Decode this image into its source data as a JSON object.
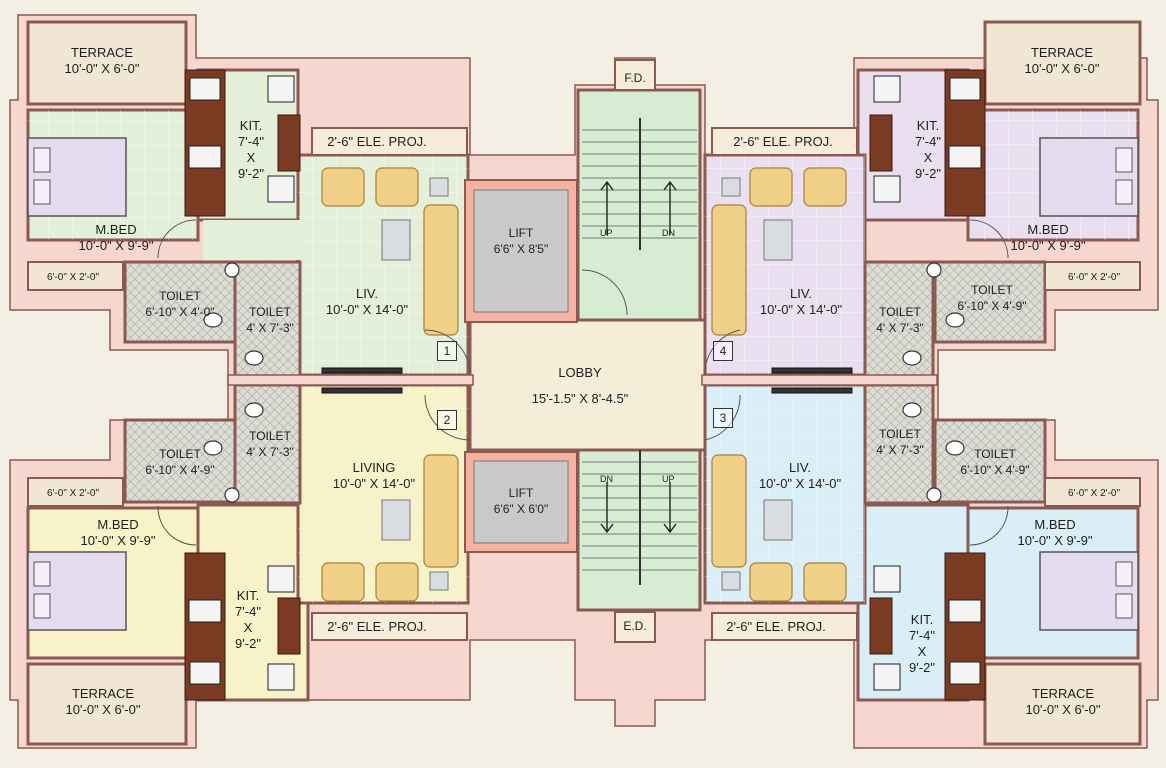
{
  "colors": {
    "background": "#f4efe4",
    "wall": "#e8b9b0",
    "wall_line": "#8a5a52",
    "terrace": "#f1e6d4",
    "flat1": "#e3efd9",
    "flat2": "#f7f2c8",
    "flat3": "#d9eef6",
    "flat4": "#eadff0",
    "lobby": "#f5edd8",
    "stair": "#d6ecd3",
    "toilet_tile": "#d9d9d2",
    "kitchen_counter": "#7a3b22",
    "sofa": "#f0cf86",
    "lift": "#c9c9c9"
  },
  "labels": {
    "terrace_name": "TERRACE",
    "terrace_size": "10'-0\" X 6'-0\"",
    "kit_name": "KIT.",
    "kit_w": "7'-4\"",
    "kit_x": "X",
    "kit_h": "9'-2\"",
    "ele_proj": "2'-6\" ELE. PROJ.",
    "mbed_name": "M.BED",
    "mbed_size": "10'-0\" X 9'-9\"",
    "ledge": "6'-0\" X 2'-0\"",
    "toilet": "TOILET",
    "toilet_big": "6'-10\" X 4'-9\"",
    "toilet_big_tl": "6'-10\" X 4'-0\"",
    "toilet_small": "4' X 7'-3\"",
    "liv": "LIV.",
    "living": "LIVING",
    "liv_size": "10'-0\" X 14'-0\"",
    "liv_size_bl": "10'-0\" X 14'-0\"",
    "lift": "LIFT",
    "lift_top_size": "6'6\" X 8'5\"",
    "lift_bot_size": "6'6\" X 6'0\"",
    "lobby": "LOBBY",
    "lobby_size": "15'-1.5\" X 8'-4.5\"",
    "fd": "F.D.",
    "ed": "E.D.",
    "up": "UP",
    "dn": "DN",
    "unit1": "1",
    "unit2": "2",
    "unit3": "3",
    "unit4": "4"
  },
  "icons": [
    "bed-icon",
    "sofa-icon",
    "armchair-icon",
    "stove-icon",
    "sink-icon",
    "wc-icon",
    "wash-basin-icon",
    "door-swing-icon",
    "stair-arrow-up-icon",
    "stair-arrow-down-icon"
  ]
}
